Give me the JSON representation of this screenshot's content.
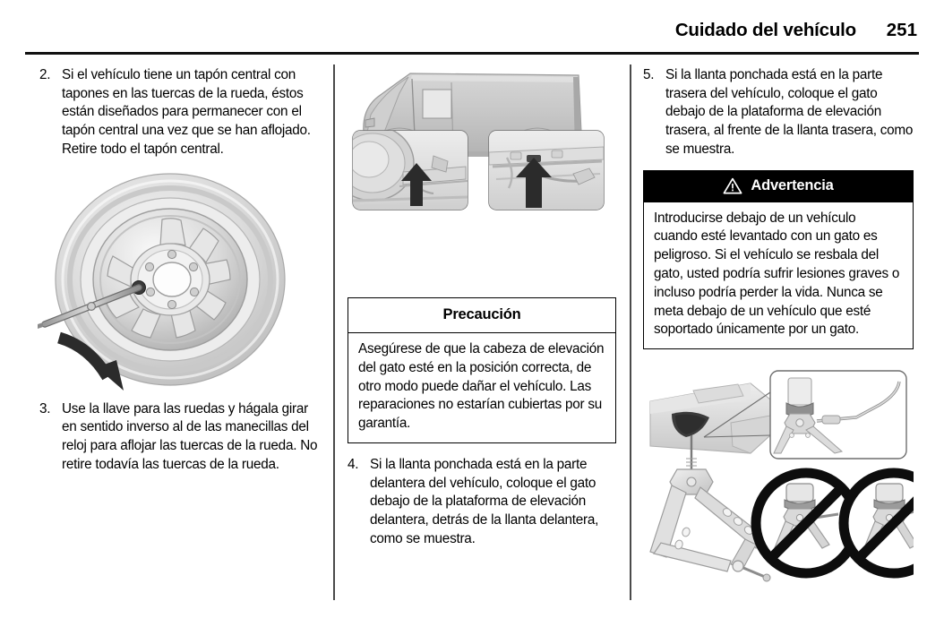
{
  "header": {
    "title": "Cuidado del vehículo",
    "page_number": "251"
  },
  "columns": {
    "left": {
      "items": [
        {
          "number": "2.",
          "text": "Si el vehículo tiene un tapón central con tapones en las tuercas de la rueda, éstos están diseñados para permanecer con el tapón central una vez que se han aflojado. Retire todo el tapón central."
        },
        {
          "number": "3.",
          "text": "Use la llave para las ruedas y hágala girar en sentido inverso al de las manecillas del reloj para aflojar las tuercas de la rueda. No retire todavía las tuercas de la rueda."
        }
      ],
      "figure": {
        "name": "wheel-with-lug-wrench-illustration",
        "alt": "Rueda con llave para tuercas y flecha de giro"
      }
    },
    "middle": {
      "figure": {
        "name": "van-front-rear-jack-points-illustration",
        "alt": "Vehículo tipo van con dos detalles de puntos de elevación"
      },
      "notice": {
        "kind": "caution",
        "title": "Precaución",
        "body": "Asegúrese de que la cabeza de elevación del gato esté en la posición correcta, de otro modo puede dañar el vehículo. Las reparaciones no estarían cubiertas por su garantía."
      },
      "items": [
        {
          "number": "4.",
          "text": "Si la llanta ponchada está en la parte delantera del vehículo, coloque el gato debajo de la plataforma de elevación delantera, detrás de la llanta delantera, como se muestra."
        }
      ]
    },
    "right": {
      "items": [
        {
          "number": "5.",
          "text": "Si la llanta ponchada está en la parte trasera del vehículo, coloque el gato debajo de la plataforma de elevación trasera, al frente de la llanta trasera, como se muestra."
        }
      ],
      "notice": {
        "kind": "warning",
        "title": "Advertencia",
        "icon": "warning-triangle-icon",
        "body": "Introducirse debajo de un vehículo cuando esté levantado con un gato es peligroso. Si el vehículo se resbala del gato, usted podría sufrir lesiones graves o incluso podría perder la vida. Nunca se meta debajo de un vehículo que esté soportado únicamente por un gato."
      },
      "figure": {
        "name": "scissor-jack-placement-illustration",
        "alt": "Gato de tijera colocado en plataforma de elevación con detalle y dos símbolos de prohibido"
      }
    }
  },
  "colors": {
    "rule": "#111111",
    "divider": "#4a4a4a",
    "warning_header_bg": "#000000",
    "warning_header_fg": "#ffffff",
    "box_border": "#000000",
    "art_light": "#e3e3e3",
    "art_mid": "#c4c4c4",
    "art_dark": "#8f8f8f",
    "art_outline": "#5a5a5a",
    "arrow": "#2b2b2b"
  }
}
